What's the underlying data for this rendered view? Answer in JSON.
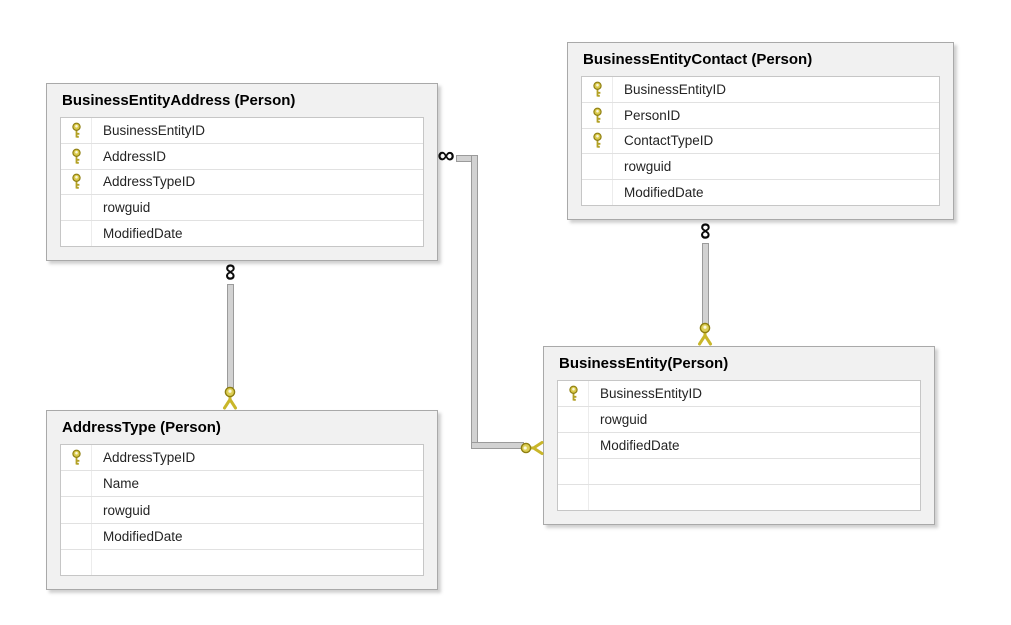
{
  "diagram": {
    "tables": [
      {
        "title": "BusinessEntityAddress (Person)",
        "columns": [
          {
            "name": "BusinessEntityID",
            "key": true
          },
          {
            "name": "AddressID",
            "key": true
          },
          {
            "name": "AddressTypeID",
            "key": true
          },
          {
            "name": "rowguid",
            "key": false
          },
          {
            "name": "ModifiedDate",
            "key": false
          }
        ]
      },
      {
        "title": "BusinessEntityContact (Person)",
        "columns": [
          {
            "name": "BusinessEntityID",
            "key": true
          },
          {
            "name": "PersonID",
            "key": true
          },
          {
            "name": "ContactTypeID",
            "key": true
          },
          {
            "name": "rowguid",
            "key": false
          },
          {
            "name": "ModifiedDate",
            "key": false
          }
        ]
      },
      {
        "title": "AddressType (Person)",
        "columns": [
          {
            "name": "AddressTypeID",
            "key": true
          },
          {
            "name": "Name",
            "key": false
          },
          {
            "name": "rowguid",
            "key": false
          },
          {
            "name": "ModifiedDate",
            "key": false
          },
          {
            "name": "",
            "key": false
          }
        ]
      },
      {
        "title": "BusinessEntity(Person)",
        "columns": [
          {
            "name": "BusinessEntityID",
            "key": true
          },
          {
            "name": "rowguid",
            "key": false
          },
          {
            "name": "ModifiedDate",
            "key": false
          },
          {
            "name": "",
            "key": false
          },
          {
            "name": "",
            "key": false
          }
        ]
      }
    ],
    "relationships": [
      {
        "from": "BusinessEntityAddress (Person)",
        "to": "BusinessEntity(Person)",
        "many_symbol": "∞",
        "one_symbol": "key"
      },
      {
        "from": "BusinessEntityAddress (Person)",
        "to": "AddressType (Person)",
        "many_symbol": "∞",
        "one_symbol": "key"
      },
      {
        "from": "BusinessEntityContact (Person)",
        "to": "BusinessEntity(Person)",
        "many_symbol": "∞",
        "one_symbol": "key"
      }
    ],
    "colors": {
      "table_background": "#f1f1f1",
      "table_border": "#a9a9a9",
      "grid_background": "#ffffff",
      "connector_fill": "#d2d2d2",
      "connector_border": "#9b9b9b",
      "key_gold": "#d9c94a",
      "key_outline": "#8f7f11"
    }
  }
}
